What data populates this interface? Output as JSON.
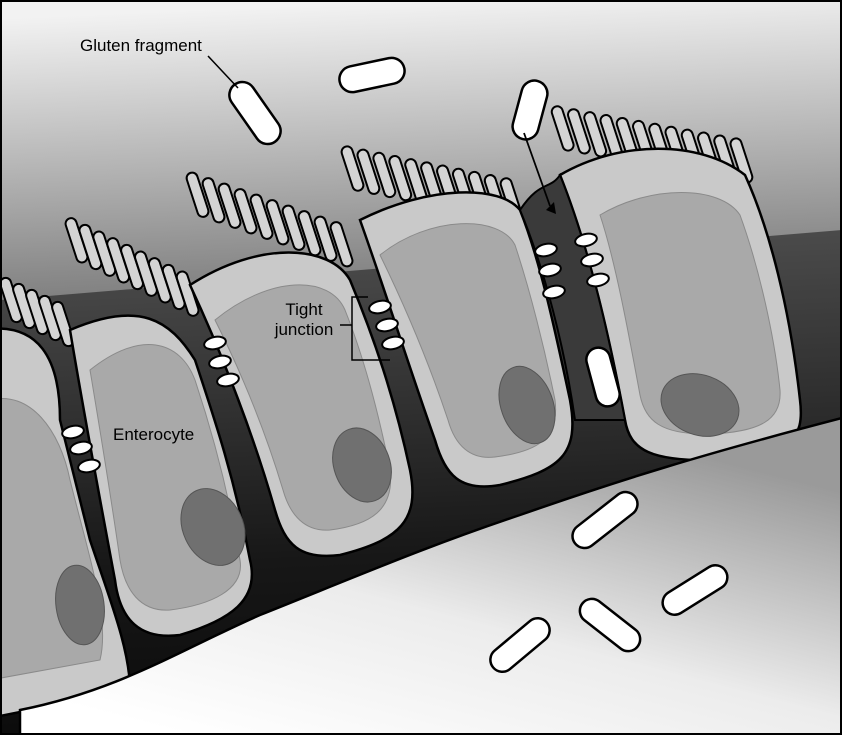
{
  "figure": {
    "labels": {
      "gluten_fragment": "Gluten fragment",
      "tight_junction_line1": "Tight",
      "tight_junction_line2": "junction",
      "enterocyte": "Enterocyte"
    }
  }
}
